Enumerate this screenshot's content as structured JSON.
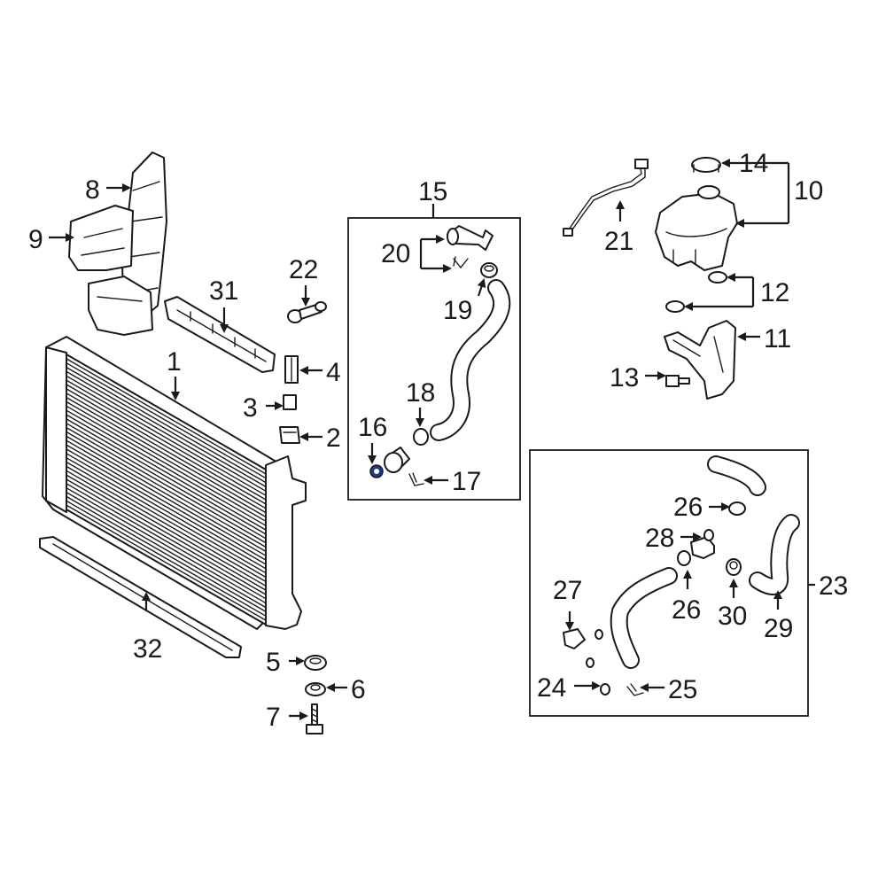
{
  "diagram": {
    "type": "exploded parts diagram",
    "accent_color": "#1f3a8a",
    "highlighted_part": "16",
    "callouts": {
      "c1": "1",
      "c2": "2",
      "c3": "3",
      "c4": "4",
      "c5": "5",
      "c6": "6",
      "c7": "7",
      "c8": "8",
      "c9": "9",
      "c10": "10",
      "c11": "11",
      "c12": "12",
      "c13": "13",
      "c14": "14",
      "c15": "15",
      "c16": "16",
      "c17": "17",
      "c18": "18",
      "c19": "19",
      "c20": "20",
      "c21": "21",
      "c22": "22",
      "c23": "23",
      "c24": "24",
      "c25": "25",
      "c26a": "26",
      "c26b": "26",
      "c27": "27",
      "c28": "28",
      "c29": "29",
      "c30": "30",
      "c31": "31",
      "c32": "32"
    }
  }
}
